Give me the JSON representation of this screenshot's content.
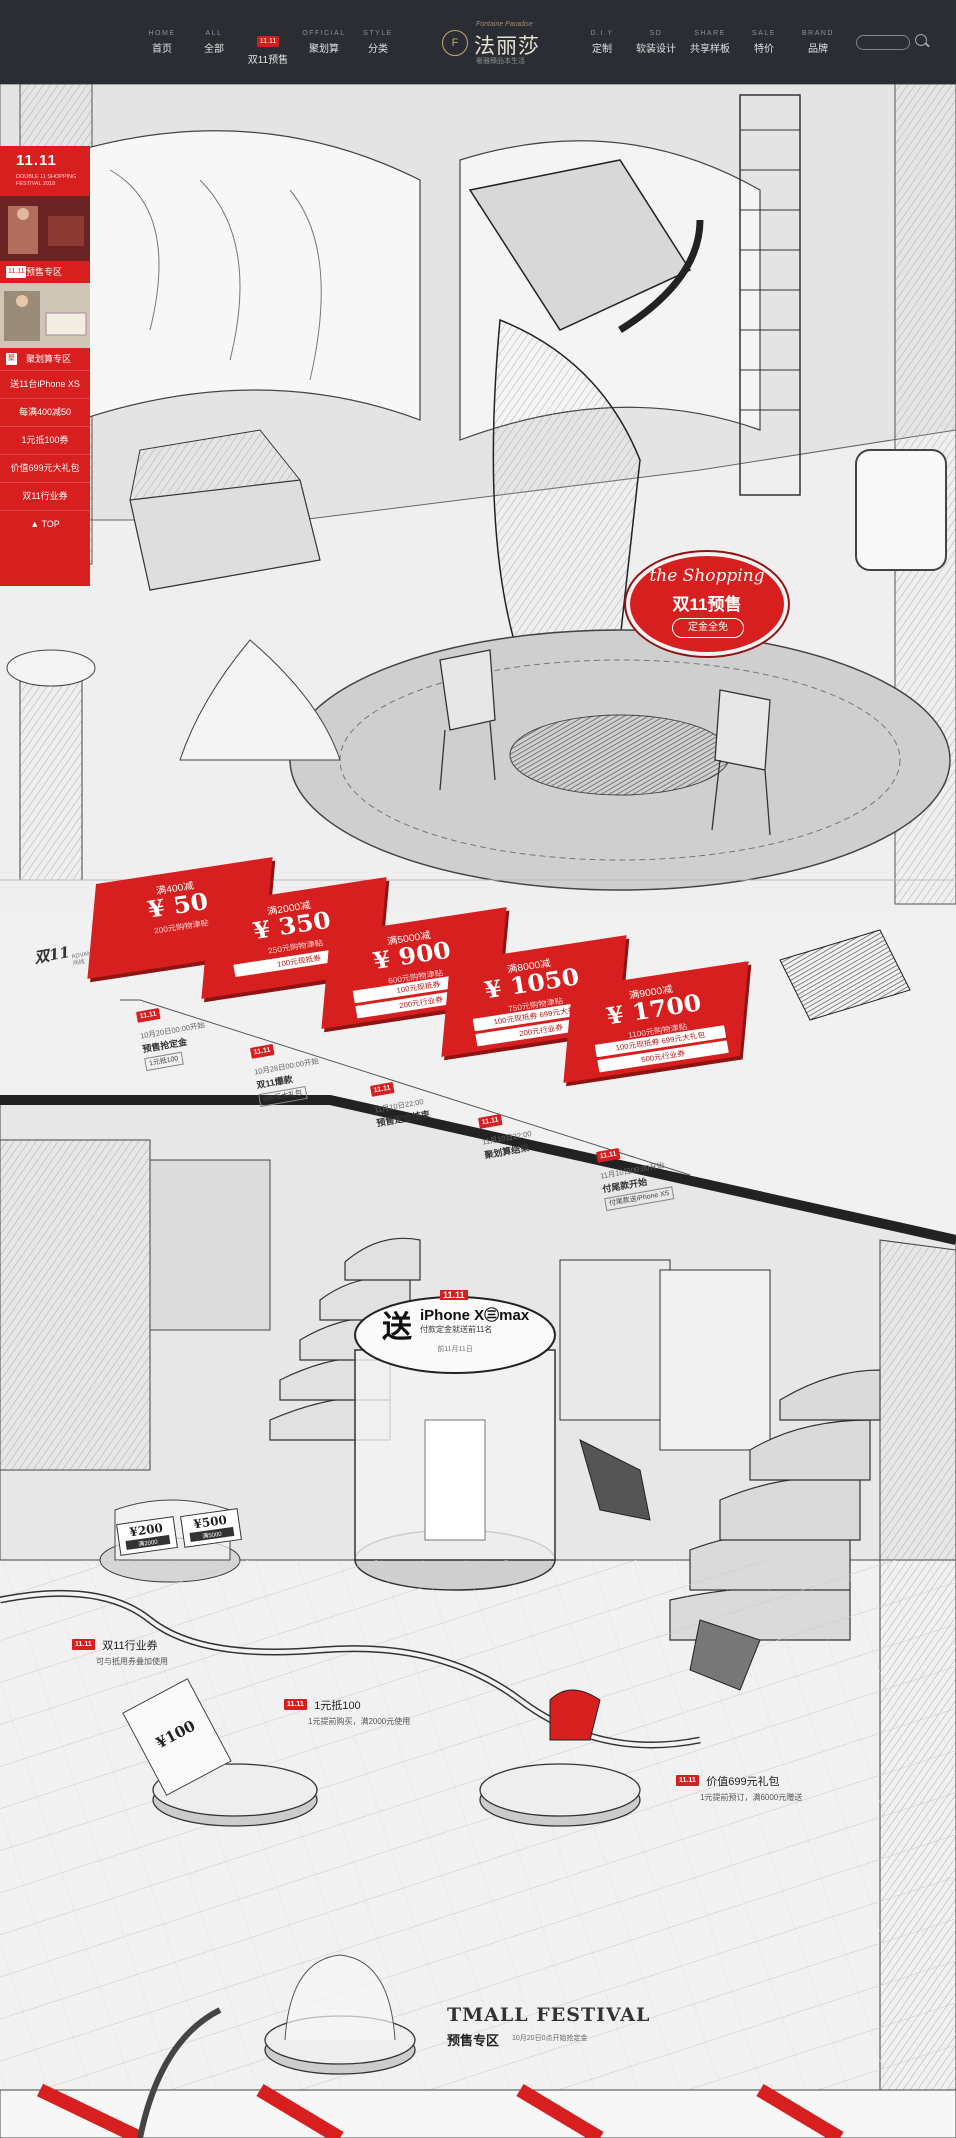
{
  "nav": {
    "left": [
      {
        "en": "HOME",
        "zh": "首页"
      },
      {
        "en": "ALL",
        "zh": "全部"
      },
      {
        "en": "",
        "zh": "双11预售",
        "badge": "11.11"
      },
      {
        "en": "OFFICIAL",
        "zh": "聚划算"
      },
      {
        "en": "STYLE",
        "zh": "分类"
      }
    ],
    "right": [
      {
        "en": "D.I.Y",
        "zh": "定制"
      },
      {
        "en": "SD",
        "zh": "软装设计"
      },
      {
        "en": "SHARE",
        "zh": "共享样板"
      },
      {
        "en": "SALE",
        "zh": "特价"
      },
      {
        "en": "BRAND",
        "zh": "品牌"
      }
    ],
    "logo": {
      "mark": "F",
      "script": "Fontaine Paradise",
      "zh": "法丽莎",
      "sub": "奢雅臻品本生活"
    }
  },
  "sidenav": {
    "logo": "11.11",
    "logo_sub": "DOUBLE 11 SHOPPING FESTIVAL 2018",
    "sections": [
      {
        "tag": "11.11",
        "label": "预售专区"
      },
      {
        "tag": "聚",
        "label": "聚划算专区"
      }
    ],
    "items": [
      "送11台iPhone XS",
      "每满400减50",
      "1元抵100券",
      "价值699元大礼包",
      "双11行业券",
      "TOP"
    ]
  },
  "presale": {
    "script": "the Shopping",
    "title": "双11预售",
    "button": "定金全免"
  },
  "coupons": [
    {
      "cond": "满400减",
      "amount": "¥ 50",
      "note": "200元购物津贴",
      "buttons": []
    },
    {
      "cond": "满2000减",
      "amount": "¥ 350",
      "note": "250元购物津贴",
      "buttons": [
        "100元现抵券"
      ]
    },
    {
      "cond": "满5000减",
      "amount": "¥ 900",
      "note": "600元购物津贴",
      "buttons": [
        "100元现抵券",
        "200元行业券"
      ]
    },
    {
      "cond": "满8000减",
      "amount": "¥ 1050",
      "note": "750元购物津贴",
      "buttons": [
        "100元现抵券 699元大礼包",
        "200元行业券"
      ]
    },
    {
      "cond": "满9000减",
      "amount": "¥ 1700",
      "note": "1100元购物津贴",
      "buttons": [
        "100元现抵券 699元大礼包",
        "500元行业券"
      ]
    }
  ],
  "timeline": {
    "title": "双11",
    "sub": "ADVANCE 预售时间线",
    "nodes": [
      {
        "logo": "11.11",
        "date": "10月20日00:00开始",
        "label": "预售抢定金",
        "btn": "1元抵100"
      },
      {
        "logo": "11.11",
        "date": "10月28日00:00开始",
        "label": "双11爆款",
        "btn": "699元大礼包"
      },
      {
        "logo": "11.11",
        "date": "11月10日22:00",
        "label": "预售定金结束",
        "btn": ""
      },
      {
        "logo": "11.11",
        "date": "11月10日22:00",
        "label": "聚划算结束",
        "btn": ""
      },
      {
        "logo": "11.11",
        "date": "11月10日00:00开始",
        "label": "付尾款开始",
        "btn": "付尾款送iPhone XS"
      }
    ]
  },
  "iphone": {
    "big": "送",
    "logo": "11.11",
    "title": "iPhone X㊂max",
    "sub": "付款定金就送前11名",
    "date": "前11月11日"
  },
  "rewards": [
    {
      "title": "双11行业券",
      "sub": "可与抵用券叠加使用"
    },
    {
      "title": "1元抵100",
      "sub": "1元提前购买，满2000元使用"
    },
    {
      "title": "价值699元礼包",
      "sub": "1元提前预订，满6000元赠送"
    }
  ],
  "price_cards": [
    {
      "amount": "¥200",
      "sub": "满2000"
    },
    {
      "amount": "¥500",
      "sub": "满5000"
    }
  ],
  "voucher_paper": "¥100",
  "festival": {
    "title": "TMALL FESTIVAL",
    "sub": "预售专区",
    "note": "10月20日0点开始抢定金"
  },
  "colors": {
    "accent": "#d71f1f",
    "nav_bg": "#2a2d33",
    "line": "#555555"
  }
}
